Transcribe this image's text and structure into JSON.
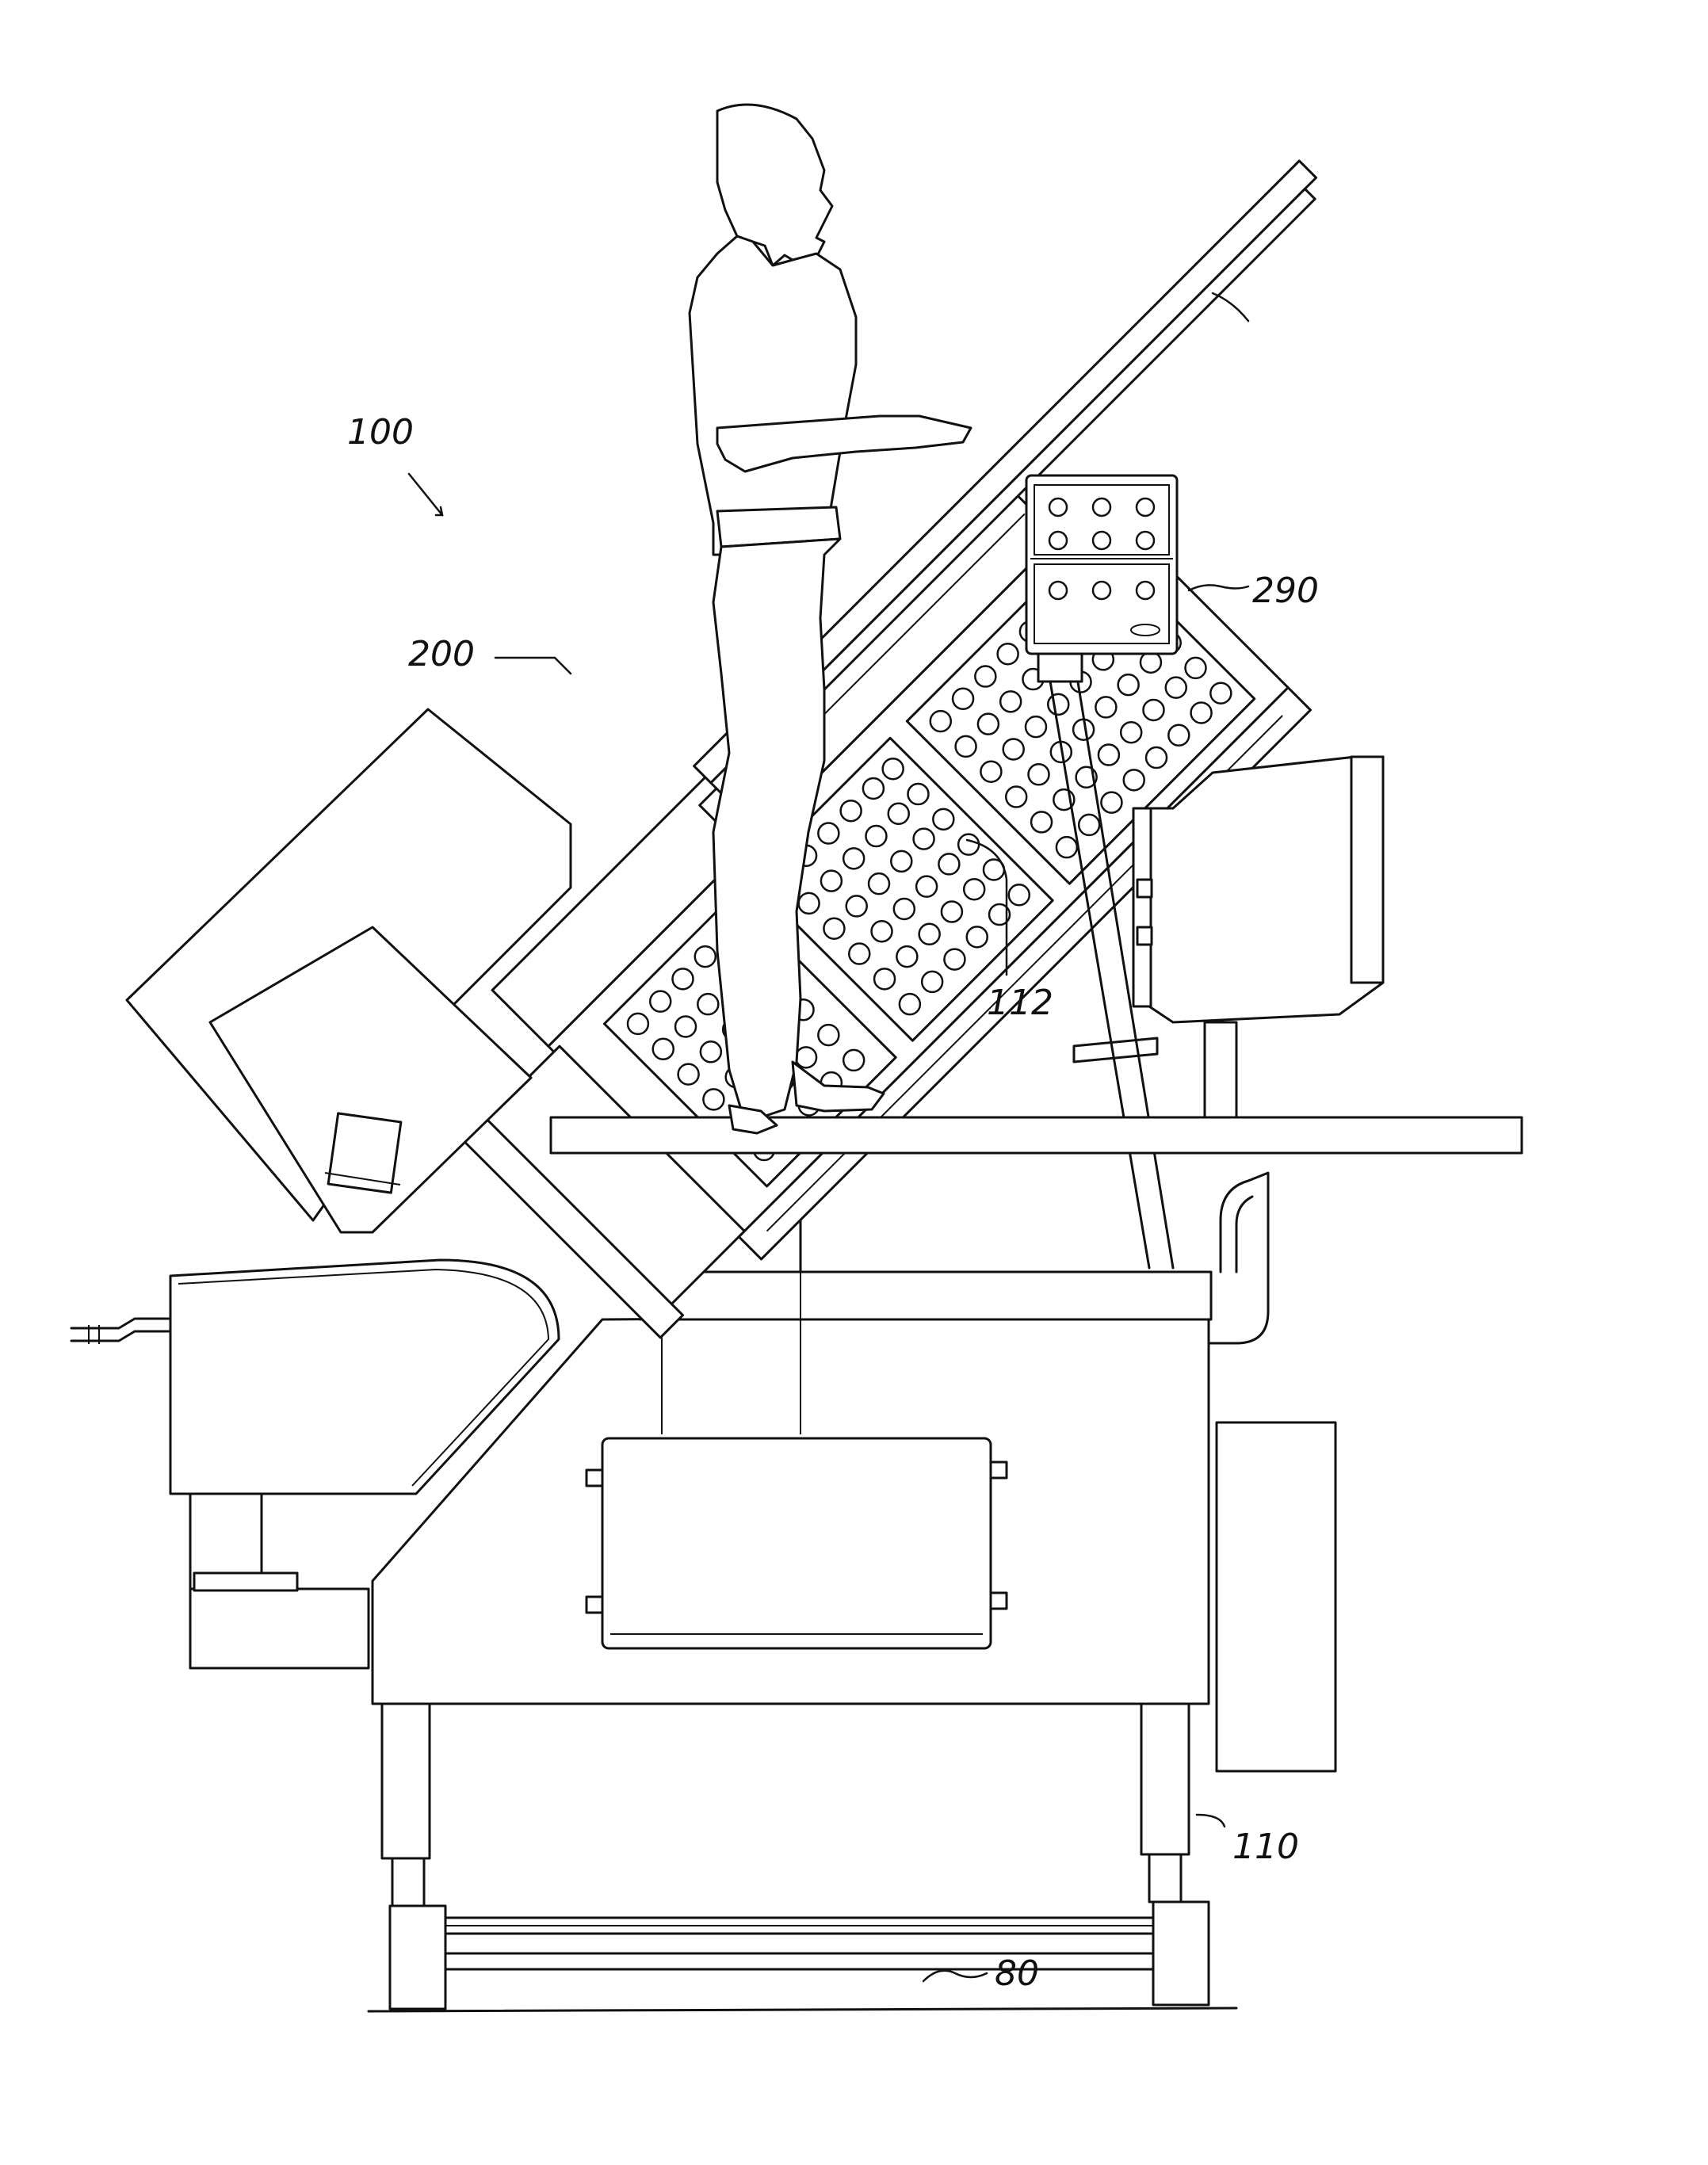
{
  "figure": {
    "labels": [
      {
        "id": "machine",
        "text": "100"
      },
      {
        "id": "carriage",
        "text": "200"
      },
      {
        "id": "control-panel",
        "text": "290"
      },
      {
        "id": "perforated-guard",
        "text": "112"
      },
      {
        "id": "base-frame",
        "text": "110"
      },
      {
        "id": "floor",
        "text": "80"
      }
    ],
    "colors": {
      "ink": "#111111",
      "paper": "#ffffff"
    }
  }
}
